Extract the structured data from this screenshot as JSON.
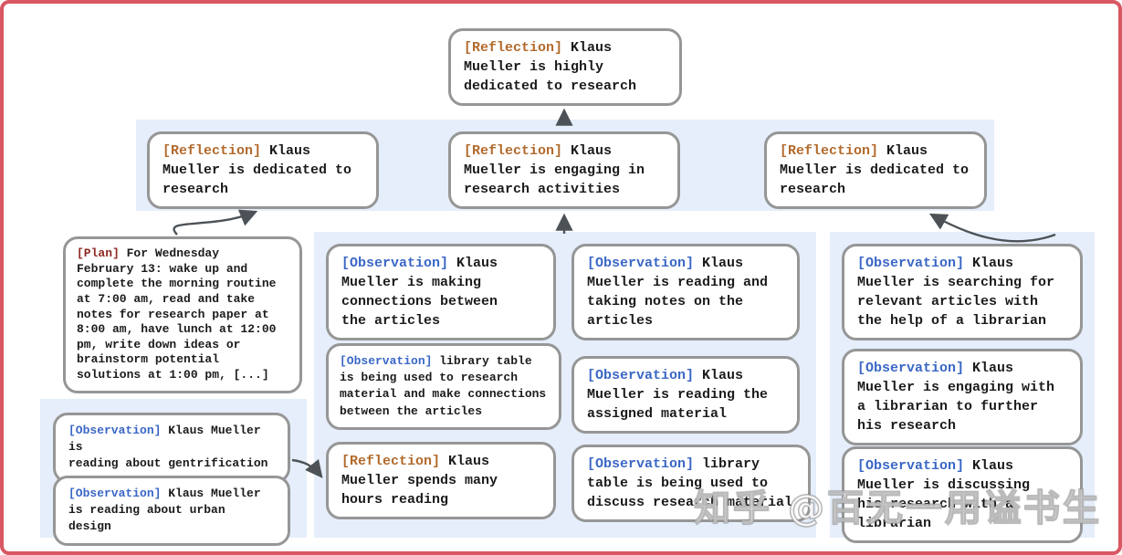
{
  "colors": {
    "frame_red": "#d85763",
    "band_blue": "#e5eefa",
    "box_border_gray": "#969696",
    "reflection_tag": "#b26a2c",
    "plan_tag": "#8e2a23",
    "observation_tag": "#3a67c6",
    "body_text": "#1b1b1b",
    "arrow_gray": "#4d5257"
  },
  "nodes": {
    "root": {
      "tag": "[Reflection]",
      "text": " Klaus\nMueller is highly\ndedicated to research"
    },
    "ref_left": {
      "tag": "[Reflection]",
      "text": " Klaus\nMueller is dedicated to\nresearch"
    },
    "ref_mid": {
      "tag": "[Reflection]",
      "text": " Klaus\nMueller is engaging in\nresearch activities"
    },
    "ref_right": {
      "tag": "[Reflection]",
      "text": " Klaus\nMueller is dedicated to\nresearch"
    },
    "plan": {
      "tag": "[Plan]",
      "text": " For Wednesday\nFebruary 13: wake up and\ncomplete the morning routine\nat 7:00 am, read and take\nnotes for research paper at\n8:00 am, have lunch at 12:00\npm, write down ideas or\nbrainstorm potential\nsolutions at 1:00 pm, [...]"
    },
    "obs_gentrification": {
      "tag": "[Observation]",
      "text": " Klaus Mueller is\nreading about gentrification"
    },
    "obs_urban": {
      "tag": "[Observation]",
      "text": " Klaus Mueller\nis reading about urban design"
    },
    "c2b1": {
      "tag": "[Observation]",
      "text": " Klaus\nMueller is making\nconnections between\nthe articles"
    },
    "c2b2": {
      "tag": "[Observation]",
      "text": " library table\nis being used to research\nmaterial and make connections\nbetween the articles"
    },
    "c2b3": {
      "tag": "[Reflection]",
      "text": " Klaus\nMueller spends many\nhours reading"
    },
    "c3b1": {
      "tag": "[Observation]",
      "text": " Klaus\nMueller is reading and\ntaking notes on the\narticles"
    },
    "c3b2": {
      "tag": "[Observation]",
      "text": " Klaus\nMueller is reading the\nassigned material"
    },
    "c3b3": {
      "tag": "[Observation]",
      "text": " library\ntable is being used to\ndiscuss research material"
    },
    "c4b1": {
      "tag": "[Observation]",
      "text": " Klaus\nMueller is searching for\nrelevant articles with\nthe help of a librarian"
    },
    "c4b2": {
      "tag": "[Observation]",
      "text": " Klaus\nMueller is engaging with\na librarian to further\nhis research"
    },
    "c4b3": {
      "tag": "[Observation]",
      "text": " Klaus\nMueller is discussing\nhis research with a\nlibrarian"
    }
  },
  "watermark": {
    "text": "知乎 @百无一用谥书生"
  }
}
